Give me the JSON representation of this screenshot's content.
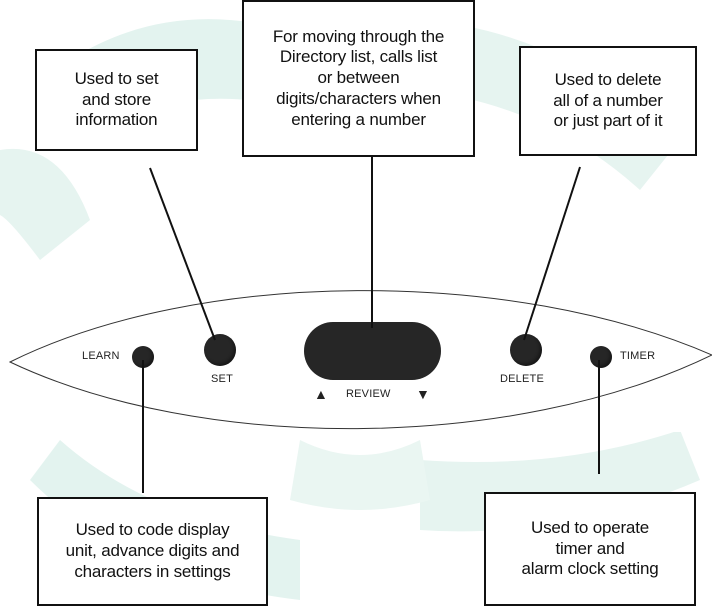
{
  "callouts": {
    "set": "Used to set\nand store\ninformation",
    "review": "For moving through the\nDirectory list, calls list\nor between\ndigits/characters when\nentering a number",
    "delete": "Used to delete\nall of a number\nor just part of it",
    "learn": "Used to code display\nunit, advance digits and\ncharacters in settings",
    "timer": "Used to operate\ntimer and\nalarm clock setting"
  },
  "panel": {
    "learn_label": "LEARN",
    "set_label": "SET",
    "review_label": "REVIEW",
    "up_arrow": "▲",
    "down_arrow": "▼",
    "delete_label": "DELETE",
    "timer_label": "TIMER"
  },
  "colors": {
    "background_accent": "#d9efe9",
    "button": "#262626"
  }
}
